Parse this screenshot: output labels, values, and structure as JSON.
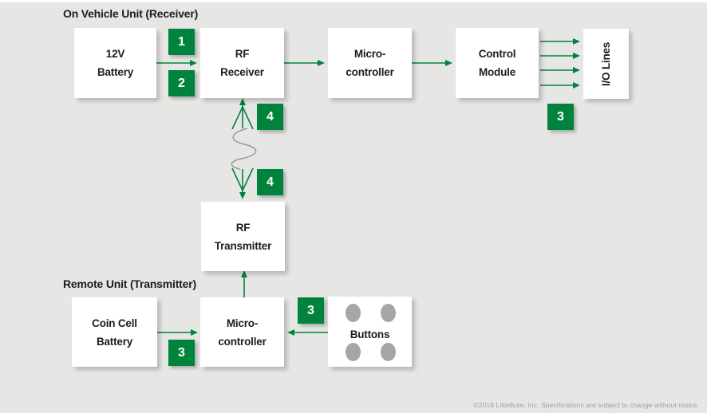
{
  "sections": {
    "receiver_title": "On Vehicle Unit (Receiver)",
    "transmitter_title": "Remote Unit (Transmitter)"
  },
  "blocks": {
    "battery_12v": {
      "line1": "12V",
      "line2": "Battery"
    },
    "rf_receiver": {
      "line1": "RF",
      "line2": "Receiver"
    },
    "micro_top": {
      "line1": "Micro-",
      "line2": "controller"
    },
    "control_module": {
      "line1": "Control",
      "line2": "Module"
    },
    "io_lines": {
      "label": "I/O Lines"
    },
    "rf_transmitter": {
      "line1": "RF",
      "line2": "Transmitter"
    },
    "coin_cell": {
      "line1": "Coin Cell",
      "line2": "Battery"
    },
    "micro_bottom": {
      "line1": "Micro-",
      "line2": "controller"
    },
    "buttons": {
      "label": "Buttons"
    }
  },
  "badges": {
    "b1": "1",
    "b2": "2",
    "b4_top": "4",
    "b4_bottom": "4",
    "b3_io": "3",
    "b3_buttons": "3",
    "b3_coin": "3"
  },
  "colors": {
    "accent_green": "#00843d",
    "background_gray": "#e6e6e5",
    "box_white": "#ffffff",
    "wave_gray": "#9a9a9a",
    "button_dot_gray": "#a6a6a6",
    "footer_gray": "#9aa1a9"
  },
  "footer": {
    "copyright": "©2018 Littelfuse, Inc. Specifications are subject to change without notice."
  }
}
